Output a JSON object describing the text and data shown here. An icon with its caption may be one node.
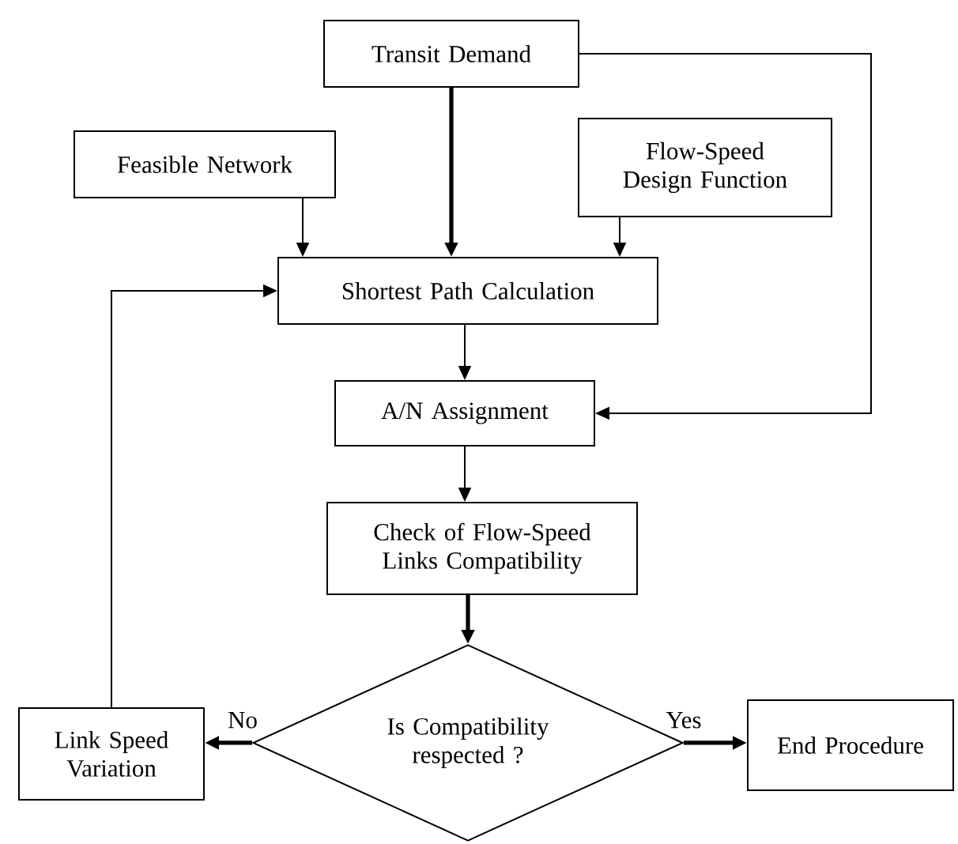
{
  "diagram": {
    "nodes": [
      {
        "text": [
          "Transit Demand"
        ]
      },
      {
        "text": [
          "Feasible Network"
        ]
      },
      {
        "text": [
          "Flow-Speed Design Function"
        ]
      },
      {
        "text": [
          "Shortest Path Calculation"
        ]
      },
      {
        "text": [
          "A/N Assignment"
        ]
      },
      {
        "text": [
          "Check of Flow-Speed Links Compatibility"
        ]
      },
      {
        "text": [
          "Is Compatibility respected ?"
        ]
      },
      {
        "text": [
          "Link Speed Variation"
        ]
      },
      {
        "text": [
          "End Procedure"
        ]
      }
    ],
    "edges": [
      {
        "from": 0,
        "to": 3,
        "arrow": "to",
        "style": "thick"
      },
      {
        "from": 1,
        "to": 3,
        "arrow": "to"
      },
      {
        "from": 2,
        "to": 3,
        "arrow": "to"
      },
      {
        "from": 3,
        "to": 4,
        "arrow": "to"
      },
      {
        "from": 4,
        "to": 5,
        "arrow": "to"
      },
      {
        "from": 5,
        "to": 6,
        "arrow": "to",
        "style": "thick"
      },
      {
        "from": 6,
        "to": 7,
        "arrow": "to",
        "style": "thick",
        "label": "No"
      },
      {
        "from": 6,
        "to": 8,
        "arrow": "to",
        "style": "thick",
        "label": "Yes"
      },
      {
        "from": 0,
        "to": 4,
        "arrow": "to"
      },
      {
        "from": 7,
        "to": 3,
        "arrow": "to"
      }
    ]
  }
}
